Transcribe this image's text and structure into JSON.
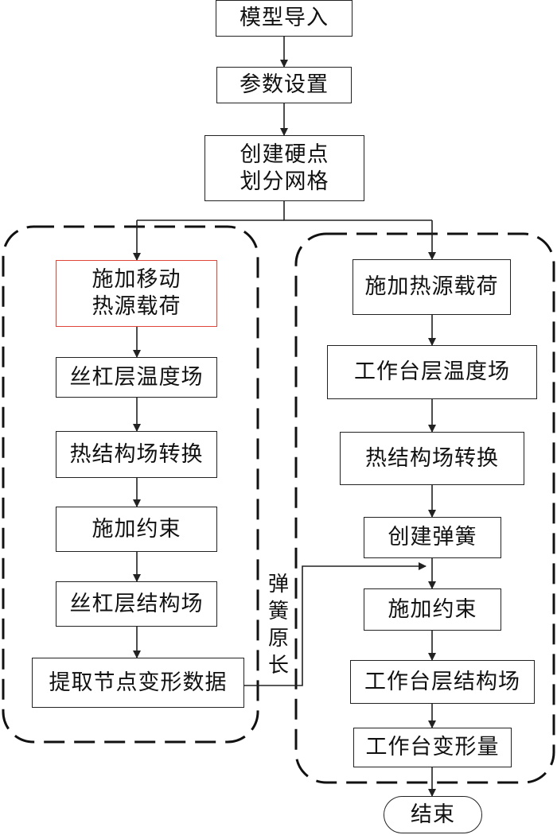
{
  "nodes": {
    "import": "模型导入",
    "params": "参数设置",
    "mesh": "创建硬点\n划分网格",
    "left": {
      "heat_load": "施加移动\n热源载荷",
      "temp_field": "丝杠层温度场",
      "convert": "热结构场转换",
      "constraint": "施加约束",
      "struct_field": "丝杠层结构场",
      "extract": "提取节点变形数据"
    },
    "right": {
      "heat_load": "施加热源载荷",
      "temp_field": "工作台层温度场",
      "convert": "热结构场转换",
      "spring": "创建弹簧",
      "constraint": "施加约束",
      "struct_field": "工作台层结构场",
      "deform": "工作台变形量"
    },
    "end": "结束"
  },
  "connector_label": "弹簧原长",
  "colors": {
    "line": "#222222",
    "highlight_border": "#e0453a"
  }
}
